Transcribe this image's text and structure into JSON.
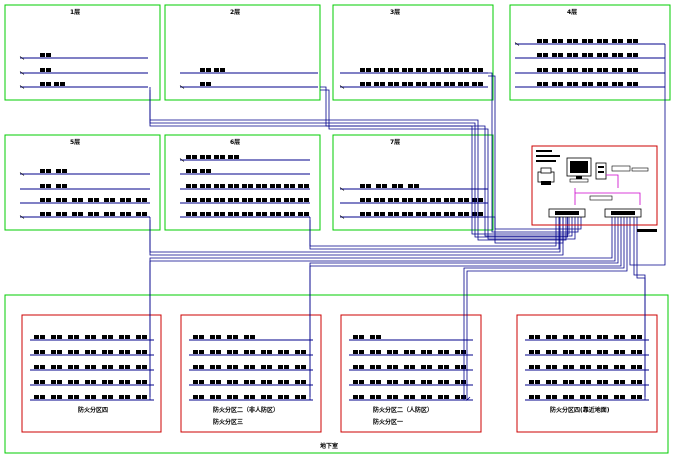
{
  "floors": [
    {
      "id": "f1",
      "label": "1层"
    },
    {
      "id": "f2",
      "label": "2层"
    },
    {
      "id": "f3",
      "label": "3层"
    },
    {
      "id": "f4",
      "label": "4层"
    },
    {
      "id": "f5",
      "label": "5层"
    },
    {
      "id": "f6",
      "label": "6层"
    },
    {
      "id": "f7",
      "label": "7层"
    }
  ],
  "basement": {
    "label": "地下室",
    "zones": [
      {
        "id": "z4",
        "lines": [
          "防火分区四"
        ]
      },
      {
        "id": "z2",
        "lines": [
          "防火分区二（非人防区）",
          "防火分区三"
        ]
      },
      {
        "id": "z1",
        "lines": [
          "防火分区二（人防区）",
          "防火分区一"
        ]
      },
      {
        "id": "z5",
        "lines": [
          "防火分区四(靠近地面)"
        ]
      }
    ]
  },
  "colors": {
    "frame": "#00cc00",
    "zone": "#cc0000",
    "wire": "#00008b",
    "accent": "#cc00cc"
  }
}
